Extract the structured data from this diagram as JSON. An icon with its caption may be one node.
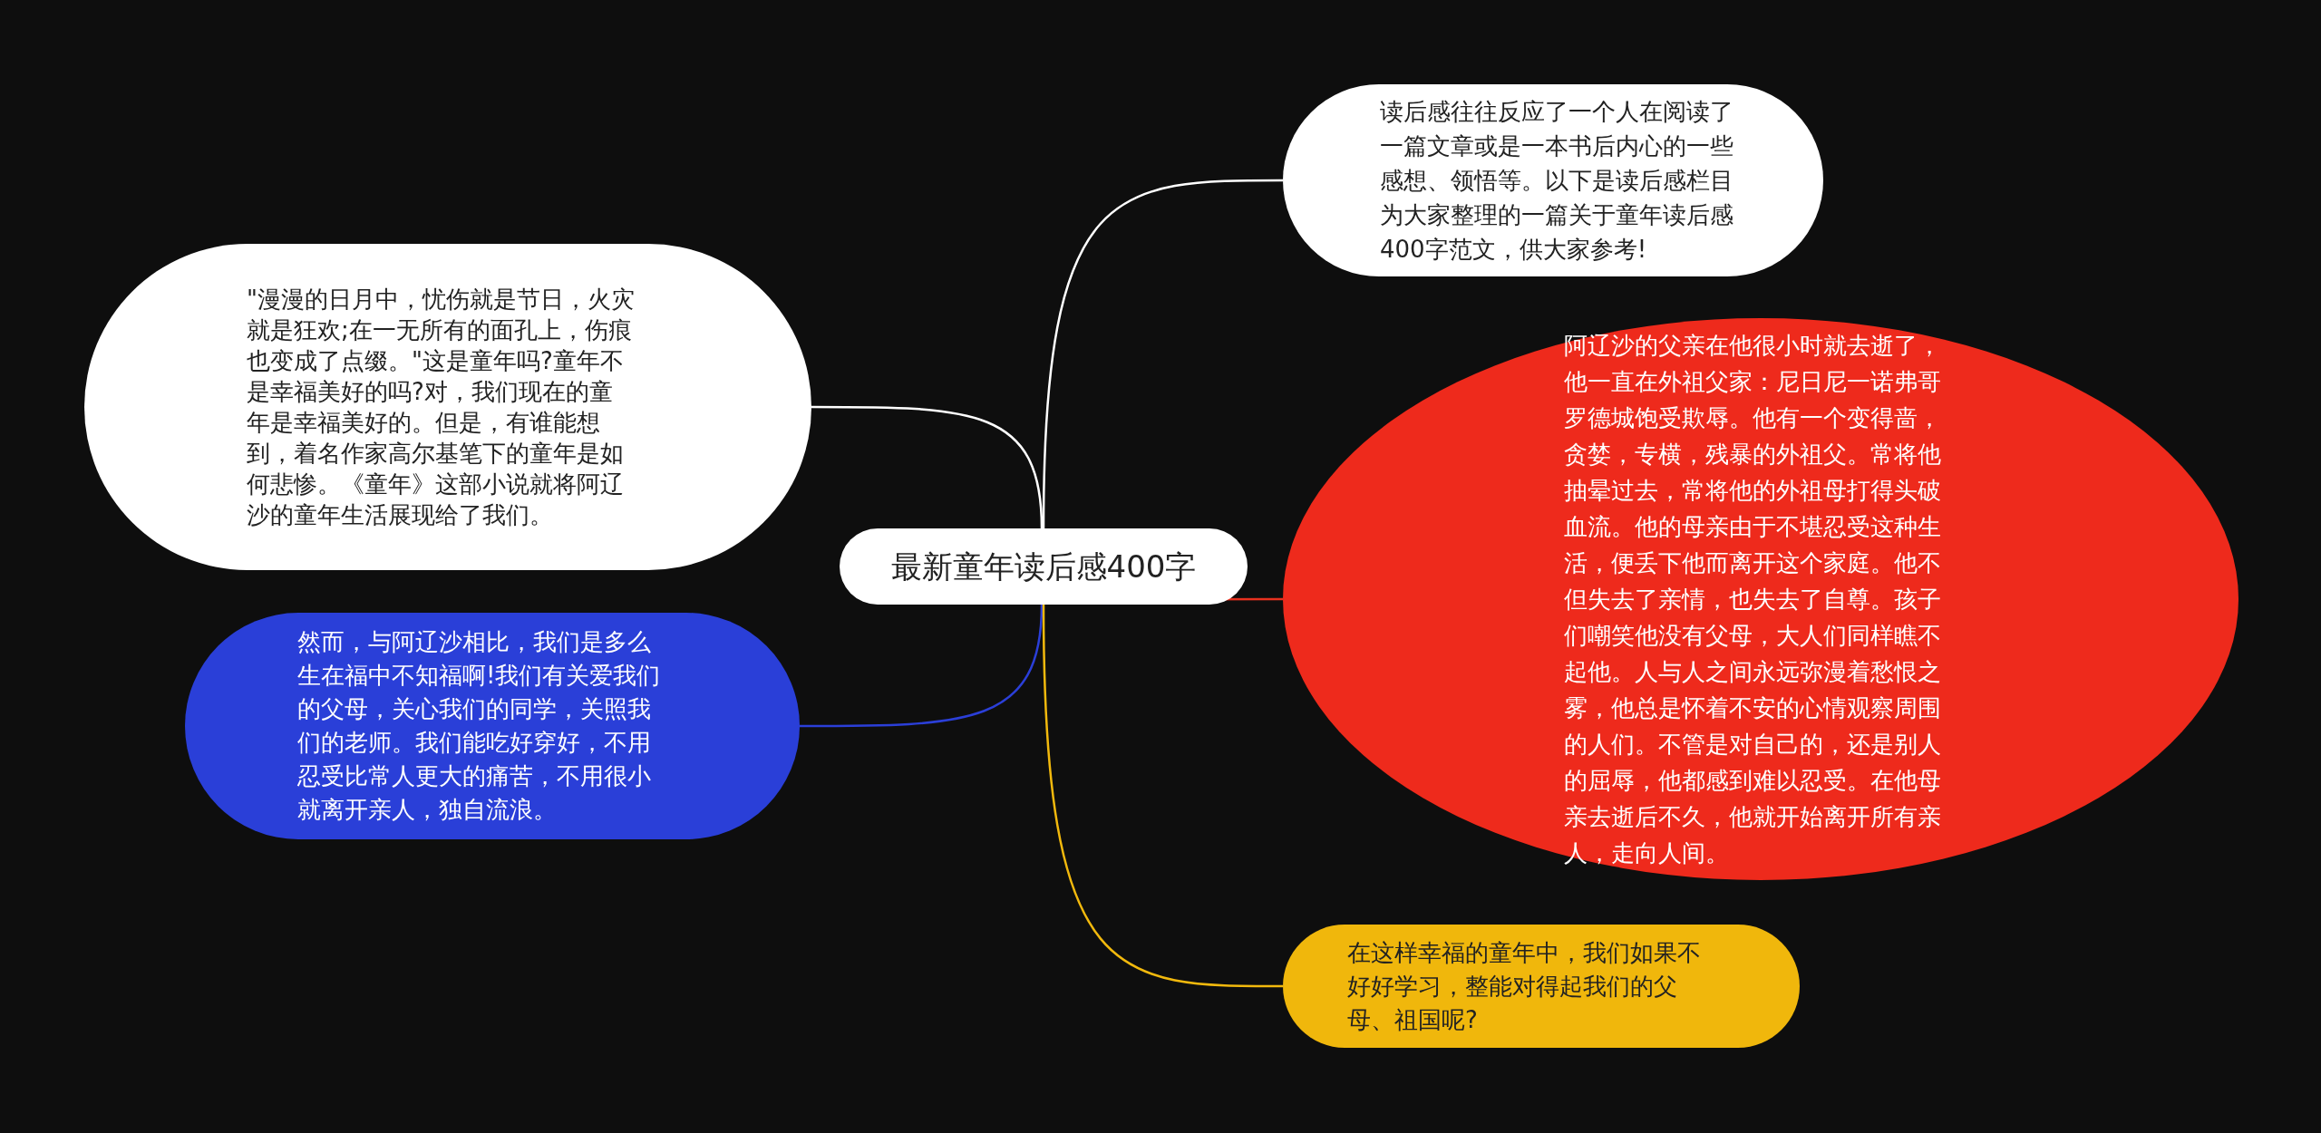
{
  "diagram": {
    "nodes": [
      {
        "text": [
          "最新童年读后感400字"
        ]
      },
      {
        "text": [
          "读后感往往反应了一个人在阅读了一篇文章或是一本书后内心的一些感想、领悟等。以下是读后感栏目为大家整理的一篇关于童年读后感400字范文，供大家参考!"
        ]
      },
      {
        "text": [
          "\"漫漫的日月中，忧伤就是节日，火灾就是狂欢;在一无所有的面孔上，伤痕也变成了点缀。\"这是童年吗?童年不是幸福美好的吗?对，我们现在的童年是幸福美好的。但是，有谁能想到，着名作家高尔基笔下的童年是如何悲惨。《童年》这部小说就将阿辽沙的童年生活展现给了我们。"
        ]
      },
      {
        "text": [
          "阿辽沙的父亲在他很小时就去逝了，他一直在外祖父家：尼日尼一诺弗哥罗德城饱受欺辱。他有一个变得啬，贪婪，专横，残暴的外祖父。常将他抽晕过去，常将他的外祖母打得头破血流。他的母亲由于不堪忍受这种生活，便丢下他而离开这个家庭。他不但失去了亲情，也失去了自尊。孩子们嘲笑他没有父母，大人们同样瞧不起他。人与人之间永远弥漫着愁恨之雾，他总是怀着不安的心情观察周围的人们。不管是对自己的，还是别人的屈辱，他都感到难以忍受。在他母亲去逝后不久，他就开始离开所有亲人，走向人间。"
        ]
      },
      {
        "text": [
          "然而，与阿辽沙相比，我们是多么生在福中不知福啊!我们有关爱我们的父母，关心我们的同学，关照我们的老师。我们能吃好穿好，不用忍受比常人更大的痛苦，不用很小就离开亲人，独自流浪。"
        ]
      },
      {
        "text": [
          "在这样幸福的童年中，我们如果不好好学习，整能对得起我们的父母、祖国呢?"
        ]
      }
    ],
    "edges": [
      {
        "from": 0,
        "to": 1,
        "arrow": "none",
        "color": "#ffffff"
      },
      {
        "from": 0,
        "to": 2,
        "arrow": "none",
        "color": "#ffffff"
      },
      {
        "from": 0,
        "to": 3,
        "arrow": "none",
        "color": "#e8311f"
      },
      {
        "from": 0,
        "to": 4,
        "arrow": "none",
        "color": "#2b3fd8"
      },
      {
        "from": 0,
        "to": 5,
        "arrow": "none",
        "color": "#f2b90d"
      }
    ]
  }
}
